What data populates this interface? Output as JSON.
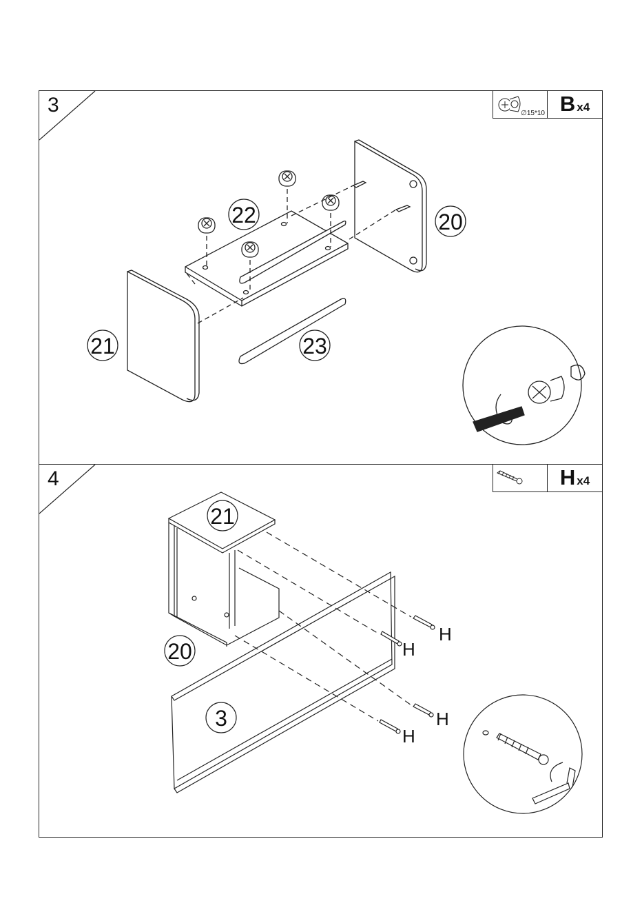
{
  "steps": [
    {
      "number": "3",
      "hardware": {
        "letter": "B",
        "quantity": "x4",
        "spec": "∅15*10",
        "icon": "cam-lock-icon"
      },
      "part_labels": [
        "22",
        "20",
        "21",
        "23"
      ]
    },
    {
      "number": "4",
      "hardware": {
        "letter": "H",
        "quantity": "x4",
        "icon": "screw-icon"
      },
      "part_labels": [
        "21",
        "20",
        "3"
      ],
      "screw_labels": [
        "H",
        "H",
        "H",
        "H"
      ]
    }
  ]
}
